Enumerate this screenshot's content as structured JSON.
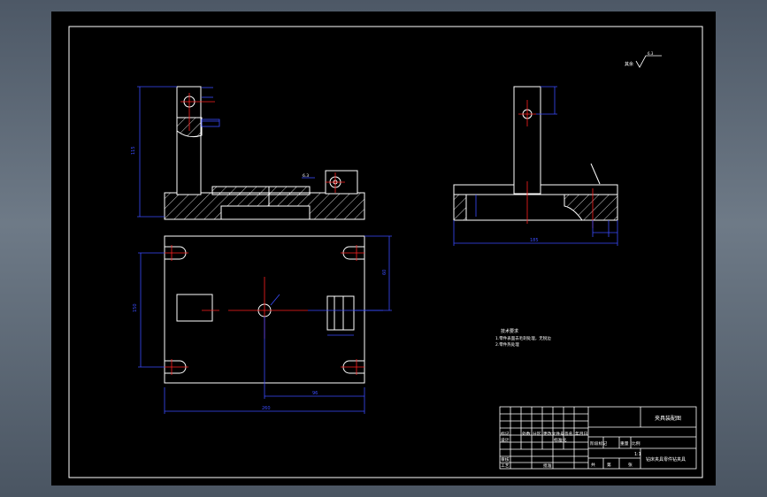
{
  "drawing": {
    "title": "夹具装配图",
    "drawing_name": "钻床夹具零件钻夹具",
    "scale_label": "1:1",
    "roughness_note": "其余",
    "roughness_value": "6.3",
    "tech_requirements": {
      "heading": "技术要求",
      "items": [
        "1.零件表面去毛刺处理，无锐边",
        "2.零件热处理"
      ]
    },
    "title_block": {
      "row_labels": [
        "标记",
        "处数",
        "分区",
        "更改文件号",
        "签名",
        "年月日"
      ],
      "design": "设计",
      "standardize": "标准化",
      "review": "审核",
      "process": "工艺",
      "approve": "批准",
      "stage_mark": "阶段标记",
      "weight": "重量",
      "scale": "比例",
      "sheet_total": "共",
      "sheet_index": "第",
      "sheet_unit": "张"
    },
    "dimensions": {
      "front_height": "115",
      "top_width": "260",
      "top_height": "150",
      "top_offset": "96",
      "top_right": "60",
      "side_width": "185"
    },
    "colors": {
      "outline": "#ffffff",
      "dimension": "#3a4cff",
      "centerline": "#ff2020",
      "hatch": "#ffffff"
    }
  }
}
